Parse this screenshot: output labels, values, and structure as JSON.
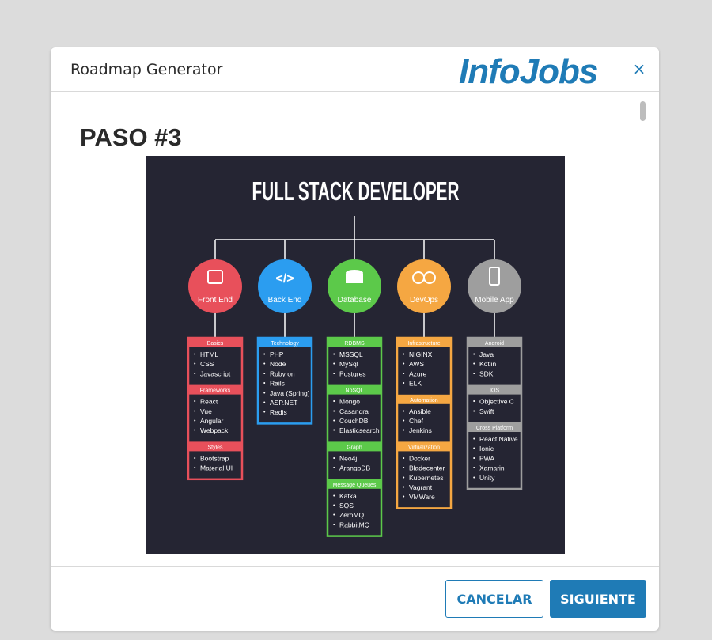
{
  "modal": {
    "title": "Roadmap Generator",
    "brand": "InfoJobs",
    "close_symbol": "×"
  },
  "step": {
    "title": "PASO #3"
  },
  "roadmap": {
    "title": "FULL STACK DEVELOPER",
    "background": "#252533",
    "categories": [
      {
        "name": "Front End",
        "color": "#e8505b",
        "icon": "image-icon",
        "groups": [
          {
            "title": "Basics",
            "items": [
              "HTML",
              "CSS",
              "Javascript"
            ]
          },
          {
            "title": "Frameworks",
            "items": [
              "React",
              "Vue",
              "Angular",
              "Webpack"
            ]
          },
          {
            "title": "Styles",
            "items": [
              "Bootstrap",
              "Material UI"
            ]
          }
        ]
      },
      {
        "name": "Back End",
        "color": "#2b9df0",
        "icon": "code-icon",
        "groups": [
          {
            "title": "Technology",
            "items": [
              "PHP",
              "Node",
              "Ruby on",
              "Rails",
              "Java (Spring)",
              "ASP.NET",
              "Redis"
            ]
          }
        ]
      },
      {
        "name": "Database",
        "color": "#5cc94a",
        "icon": "database-icon",
        "groups": [
          {
            "title": "RDBMS",
            "items": [
              "MSSQL",
              "MySql",
              "Postgres"
            ]
          },
          {
            "title": "NoSQL",
            "items": [
              "Mongo",
              "Casandra",
              "CouchDB",
              "Elasticsearch"
            ]
          },
          {
            "title": "Graph",
            "items": [
              "Neo4j",
              "ArangoDB"
            ]
          },
          {
            "title": "Message Queues",
            "items": [
              "Kafka",
              "SQS",
              "ZeroMQ",
              "RabbitMQ"
            ]
          }
        ]
      },
      {
        "name": "DevOps",
        "color": "#f5a742",
        "icon": "infinity-icon",
        "groups": [
          {
            "title": "Infrastructure",
            "items": [
              "NIGINX",
              "AWS",
              "Azure",
              "ELK"
            ]
          },
          {
            "title": "Automation",
            "items": [
              "Ansible",
              "Chef",
              "Jenkins"
            ]
          },
          {
            "title": "Virtualization",
            "items": [
              "Docker",
              "Bladecenter",
              "Kubernetes",
              "Vagrant",
              "VMWare"
            ]
          }
        ]
      },
      {
        "name": "Mobile App",
        "color": "#9e9e9e",
        "icon": "mobile-phone-icon",
        "groups": [
          {
            "title": "Android",
            "items": [
              "Java",
              "Kotlin",
              "SDK"
            ]
          },
          {
            "title": "IOS",
            "items": [
              "Objective C",
              "Swift"
            ]
          },
          {
            "title": "Cross Platform",
            "items": [
              "React Native",
              "Ionic",
              "PWA",
              "Xamarin",
              "Unity"
            ]
          }
        ]
      }
    ]
  },
  "footer": {
    "cancel_label": "CANCELAR",
    "next_label": "SIGUIENTE"
  },
  "colors": {
    "accent": "#1f7bb6",
    "overlay": "#dcdcdc"
  }
}
